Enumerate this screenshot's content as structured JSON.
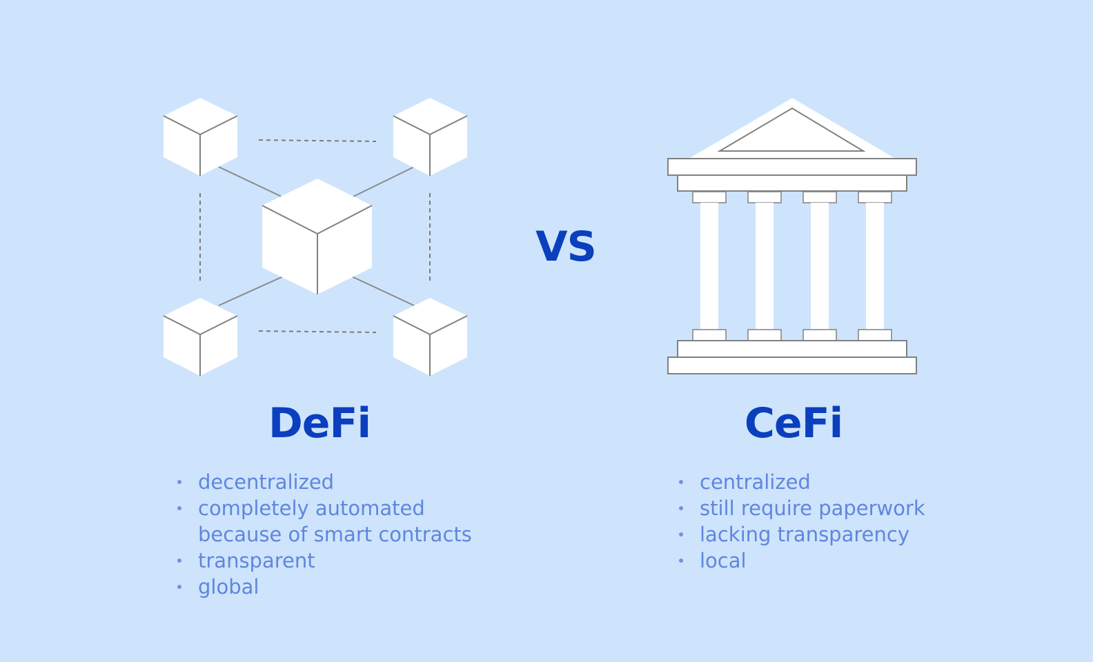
{
  "vs_label": "VS",
  "defi": {
    "title": "DeFi",
    "icon": "blockchain-network-icon",
    "points": [
      "decentralized",
      "completely automated because of smart contracts",
      "transparent",
      "global"
    ]
  },
  "cefi": {
    "title": "CeFi",
    "icon": "bank-building-icon",
    "points": [
      "centralized",
      "still require paperwork",
      "lacking transparency",
      "local"
    ]
  },
  "colors": {
    "background": "#cee4fc",
    "title": "#0a3fbd",
    "bullet_text": "#5f86de",
    "icon_fill": "#ffffff",
    "icon_stroke": "#808080"
  }
}
